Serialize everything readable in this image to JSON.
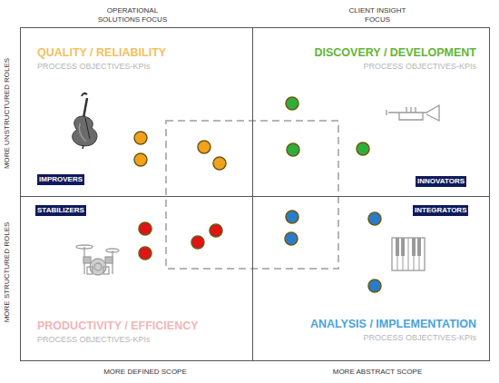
{
  "diagram": {
    "nodes": [
      {
        "text": [
          "QUALITY / RELIABILITY",
          "PROCESS OBJECTIVES-KPIs"
        ]
      },
      {
        "text": [
          "IMPROVERS"
        ],
        "in": 0
      },
      {
        "text": [
          "DISCOVERY / DEVELOPMENT",
          "PROCESS OBJECTIVES-KPIs"
        ]
      },
      {
        "text": [
          "INNOVATORS"
        ],
        "in": 2
      },
      {
        "text": [
          "PRODUCTIVITY / EFFICIENCY",
          "PROCESS OBJECTIVES-KPIs"
        ]
      },
      {
        "text": [
          "STABILIZERS"
        ],
        "in": 4
      },
      {
        "text": [
          "ANALYSIS / IMPLEMENTATION",
          "PROCESS OBJECTIVES-KPIs"
        ]
      },
      {
        "text": [
          "INTEGRATORS"
        ],
        "in": 6
      }
    ],
    "labels": [
      "OPERATIONAL SOLUTIONS FOCUS",
      "CLIENT INSIGHT FOCUS",
      "MORE UNSTRUCTURED ROLES",
      "MORE STRUCTURED ROLES",
      "MORE DEFINED SCOPE",
      "MORE ABSTRACT SCOPE"
    ]
  }
}
